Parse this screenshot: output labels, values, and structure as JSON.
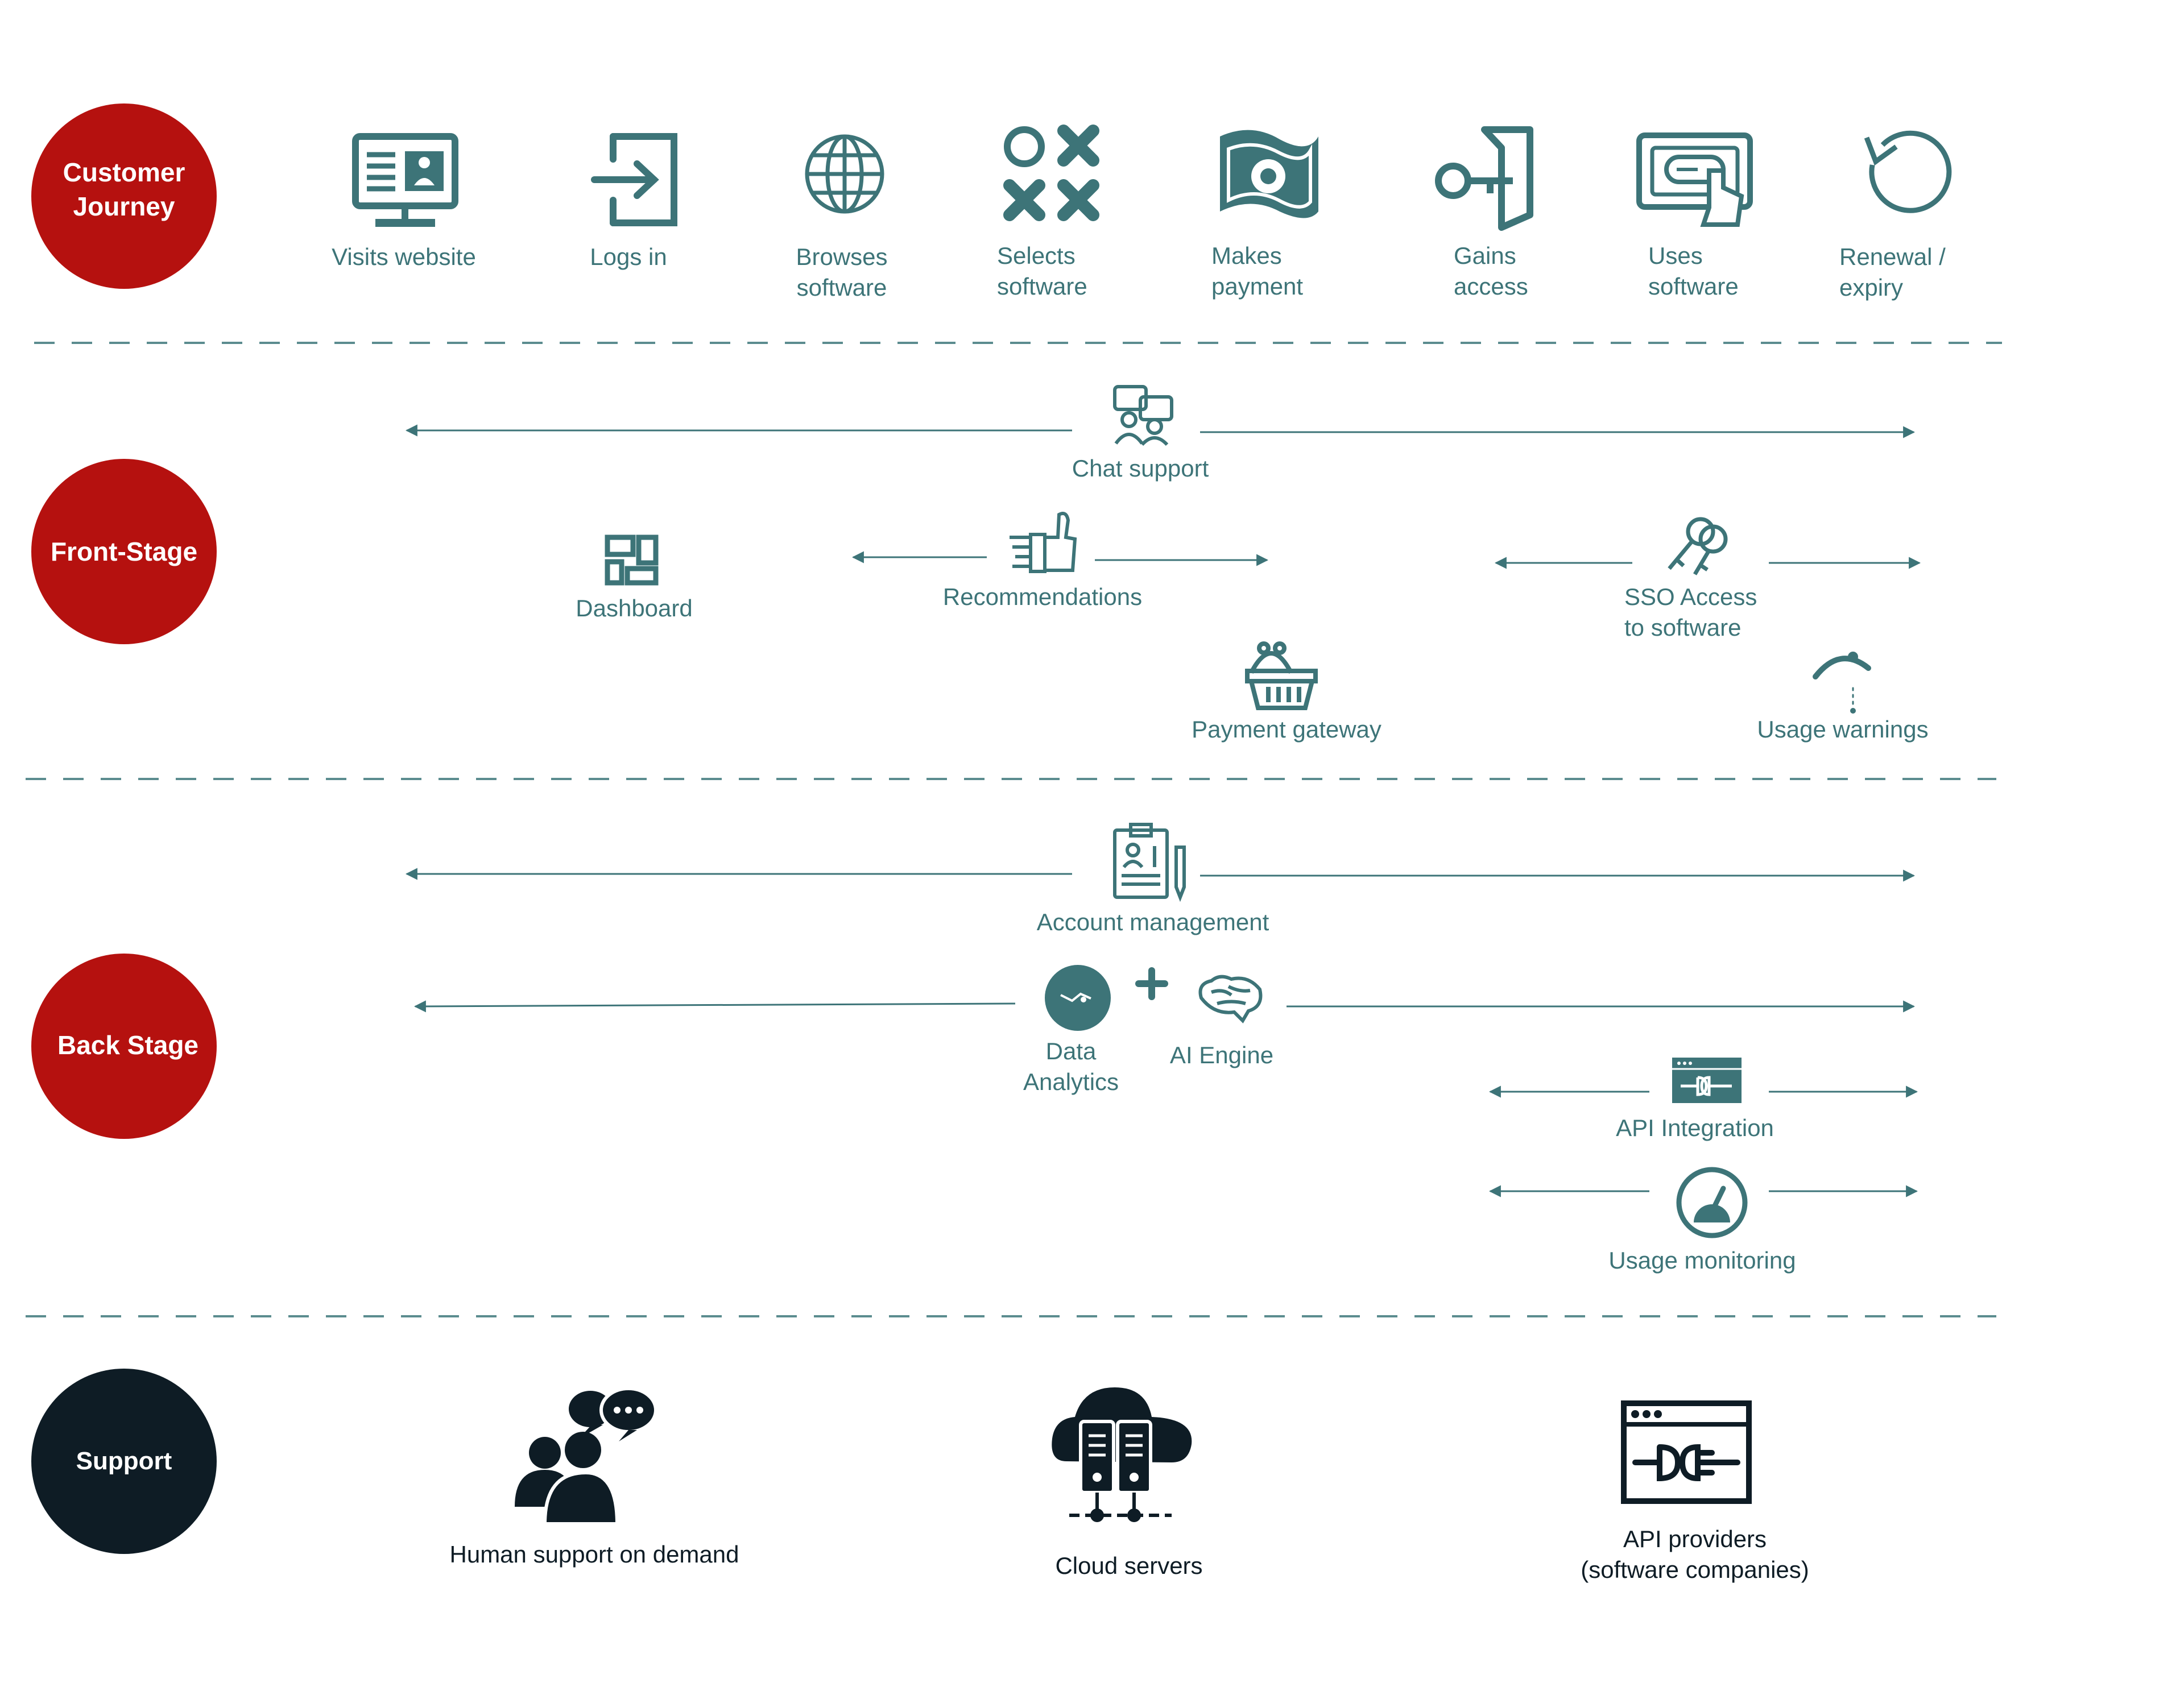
{
  "colors": {
    "teal": "#3d7478",
    "red": "#b5110f",
    "navy": "#0e1c25",
    "divider": "#5b8c8f"
  },
  "lanes": {
    "customer_journey": {
      "line1": "Customer",
      "line2": "Journey"
    },
    "front_stage": "Front-Stage",
    "back_stage": "Back Stage",
    "support": "Support"
  },
  "customer_journey": {
    "steps": [
      {
        "icon": "monitor-profile-icon",
        "line1": "Visits website",
        "line2": ""
      },
      {
        "icon": "login-icon",
        "line1": "Logs in",
        "line2": ""
      },
      {
        "icon": "globe-icon",
        "line1": "Browses",
        "line2": "software"
      },
      {
        "icon": "tic-tac-toe-icon",
        "line1": "Selects",
        "line2": "software"
      },
      {
        "icon": "money-icon",
        "line1": "Makes",
        "line2": "payment"
      },
      {
        "icon": "key-door-icon",
        "line1": "Gains",
        "line2": "access"
      },
      {
        "icon": "tablet-touch-icon",
        "line1": "Uses",
        "line2": "software"
      },
      {
        "icon": "renewal-icon",
        "line1": "Renewal /",
        "line2": "expiry"
      }
    ]
  },
  "front_stage": {
    "chat_support": "Chat support",
    "dashboard": "Dashboard",
    "recommendations": "Recommendations",
    "sso": {
      "line1": "SSO Access",
      "line2": "to software"
    },
    "payment_gateway": "Payment gateway",
    "usage_warnings": "Usage warnings"
  },
  "back_stage": {
    "account_management": "Account management",
    "data_analytics": {
      "line1": "Data",
      "line2": "Analytics"
    },
    "ai_engine": "AI Engine",
    "api_integration": "API Integration",
    "usage_monitoring": "Usage monitoring"
  },
  "support": {
    "human_support": "Human support on demand",
    "cloud_servers": "Cloud servers",
    "api_providers": {
      "line1": "API providers",
      "line2": "(software companies)"
    }
  }
}
